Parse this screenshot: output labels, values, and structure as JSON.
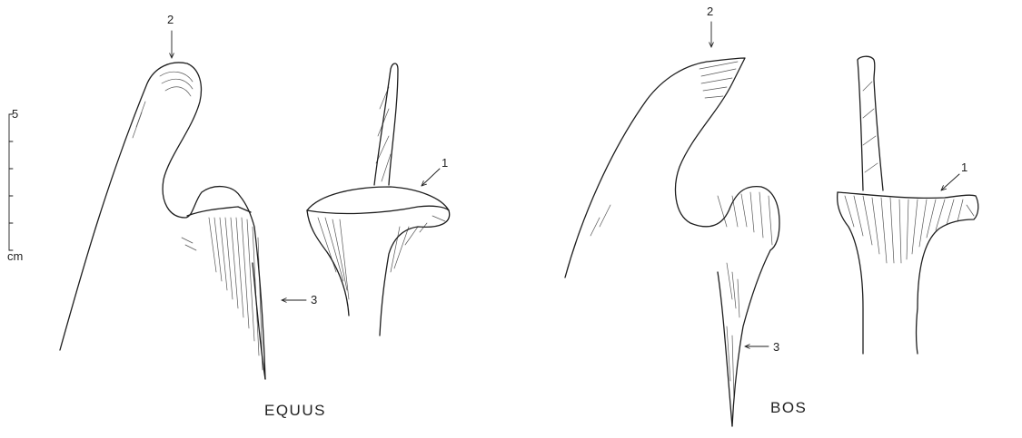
{
  "figure": {
    "background": "#ffffff",
    "ink": "#1e1e1e",
    "scale_bar": {
      "top_label": "5",
      "unit_label": "cm"
    },
    "specimens": [
      {
        "id": "equus",
        "caption": "EQUUS",
        "callouts": [
          {
            "number": "1"
          },
          {
            "number": "2"
          },
          {
            "number": "3"
          }
        ]
      },
      {
        "id": "bos",
        "caption": "BOS",
        "callouts": [
          {
            "number": "1"
          },
          {
            "number": "2"
          },
          {
            "number": "3"
          }
        ]
      }
    ]
  }
}
